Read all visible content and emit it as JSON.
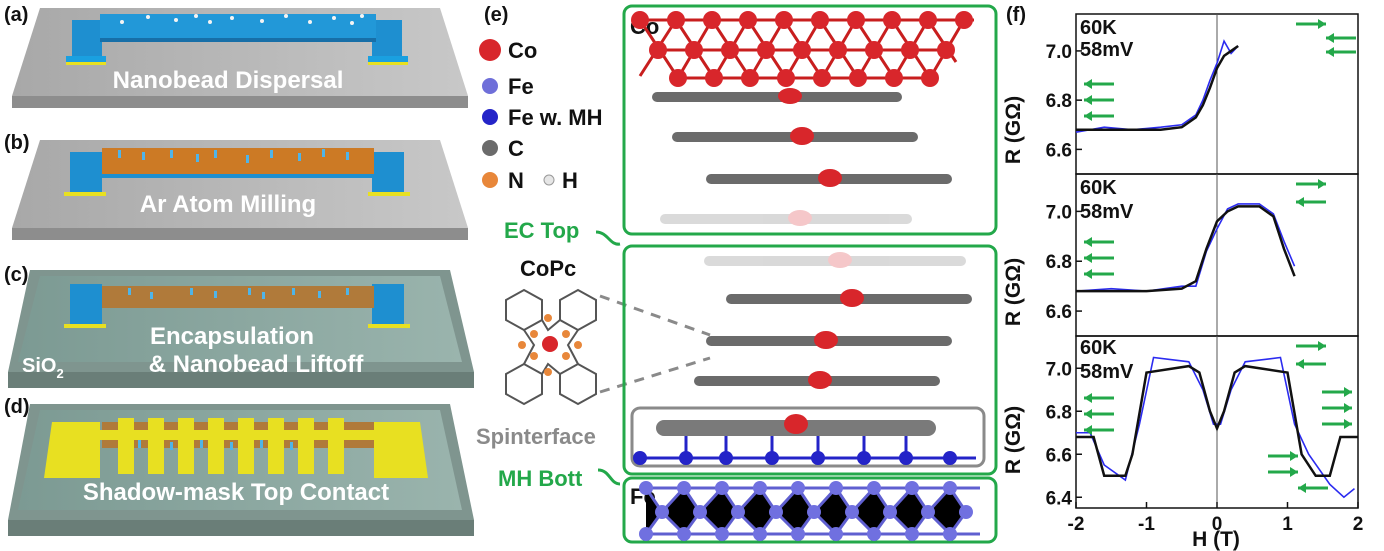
{
  "panels": {
    "a": "(a)",
    "b": "(b)",
    "c": "(c)",
    "d": "(d)",
    "e": "(e)",
    "f": "(f)"
  },
  "fabrication_steps": [
    {
      "label": "Nanobead Dispersal"
    },
    {
      "label": "Ar Atom Milling"
    },
    {
      "label": "Encapsulation",
      "label2": "& Nanobead Liftoff",
      "substrate": "SiO",
      "substrate_sub": "2"
    },
    {
      "label": "Shadow-mask Top Contact"
    }
  ],
  "legend": {
    "co": "Co",
    "fe": "Fe",
    "fe_mh": "Fe w. MH",
    "c": "C",
    "n": "N",
    "h": "H"
  },
  "structure": {
    "co_box": "Co",
    "fe_box": "Fe",
    "ec_top": "EC Top",
    "mh_bott": "MH Bott",
    "copc": "CoPc",
    "spinterface": "Spinterface"
  },
  "colors": {
    "cobalt": "#d8262b",
    "iron": "#6f6fd9",
    "iron_mh": "#2424c8",
    "carbon": "#6b6b6b",
    "nitrogen": "#e8873a",
    "green": "#23a84a",
    "data_blue": "#2b2bf0",
    "metal_blue": "#1e8fd0",
    "gold": "#e8e021",
    "copper": "#cc7a25"
  },
  "chart_data": [
    {
      "type": "line",
      "annotation": [
        "60K",
        "58mV"
      ],
      "xlabel": "H (T)",
      "ylabel": "R (GΩ)",
      "xlim": [
        -2,
        2
      ],
      "ylim": [
        6.5,
        7.15
      ],
      "yticks": [
        6.6,
        6.8,
        7.0
      ],
      "series": [
        {
          "x": [
            -2.0,
            -1.6,
            -1.2,
            -0.8,
            -0.5,
            -0.3,
            -0.2,
            -0.1,
            0.0,
            0.1,
            0.2,
            0.3
          ],
          "y": [
            6.68,
            6.68,
            6.68,
            6.68,
            6.69,
            6.73,
            6.78,
            6.85,
            6.93,
            6.98,
            7.0,
            7.02
          ]
        },
        {
          "x": [
            -2.0,
            -1.6,
            -1.2,
            -0.8,
            -0.5,
            -0.3,
            -0.2,
            -0.1,
            0.0,
            0.1,
            0.2,
            0.3
          ],
          "y": [
            6.67,
            6.69,
            6.68,
            6.69,
            6.7,
            6.74,
            6.8,
            6.88,
            6.95,
            7.04,
            6.99,
            7.02
          ]
        }
      ]
    },
    {
      "type": "line",
      "annotation": [
        "60K",
        "58mV"
      ],
      "xlabel": "H (T)",
      "ylabel": "R (GΩ)",
      "xlim": [
        -2,
        2
      ],
      "ylim": [
        6.5,
        7.15
      ],
      "yticks": [
        6.6,
        6.8,
        7.0
      ],
      "series": [
        {
          "x": [
            -2.0,
            -1.5,
            -1.0,
            -0.5,
            -0.3,
            -0.15,
            0.0,
            0.15,
            0.3,
            0.6,
            0.8,
            0.95,
            1.1
          ],
          "y": [
            6.68,
            6.68,
            6.68,
            6.69,
            6.72,
            6.85,
            6.96,
            7.0,
            7.02,
            7.02,
            6.98,
            6.85,
            6.74
          ]
        },
        {
          "x": [
            -2.0,
            -1.5,
            -1.0,
            -0.5,
            -0.3,
            -0.15,
            0.0,
            0.15,
            0.3,
            0.6,
            0.8,
            0.95,
            1.1
          ],
          "y": [
            6.68,
            6.69,
            6.68,
            6.7,
            6.7,
            6.84,
            6.93,
            7.01,
            7.03,
            7.03,
            6.99,
            6.88,
            6.78
          ]
        }
      ]
    },
    {
      "type": "line",
      "annotation": [
        "60K",
        "58mV"
      ],
      "xlabel": "H (T)",
      "ylabel": "R (GΩ)",
      "xlim": [
        -2,
        2
      ],
      "ylim": [
        6.35,
        7.15
      ],
      "yticks": [
        6.4,
        6.6,
        6.8,
        7.0
      ],
      "xticks": [
        -2,
        -1,
        0,
        1,
        2
      ],
      "series": [
        {
          "x": [
            -2.0,
            -1.75,
            -1.6,
            -1.3,
            -1.2,
            -1.0,
            -0.4,
            -0.25,
            -0.1,
            0.0,
            0.1,
            0.25,
            0.4,
            1.0,
            1.2,
            1.4,
            1.6,
            1.75,
            2.0
          ],
          "y": [
            6.68,
            6.68,
            6.5,
            6.5,
            6.6,
            6.98,
            7.01,
            6.98,
            6.8,
            6.72,
            6.8,
            6.98,
            7.01,
            6.98,
            6.6,
            6.5,
            6.5,
            6.68,
            6.68
          ]
        },
        {
          "x": [
            -2.0,
            -1.8,
            -1.6,
            -1.3,
            -1.1,
            -0.9,
            -0.4,
            -0.2,
            -0.05,
            0.05,
            0.2,
            0.4,
            0.9,
            1.1,
            1.3,
            1.6,
            1.8,
            1.95
          ],
          "y": [
            6.7,
            6.7,
            6.55,
            6.48,
            6.74,
            7.05,
            7.03,
            6.9,
            6.74,
            6.74,
            6.9,
            7.03,
            7.05,
            6.74,
            6.6,
            6.46,
            6.4,
            6.44
          ]
        }
      ]
    }
  ]
}
